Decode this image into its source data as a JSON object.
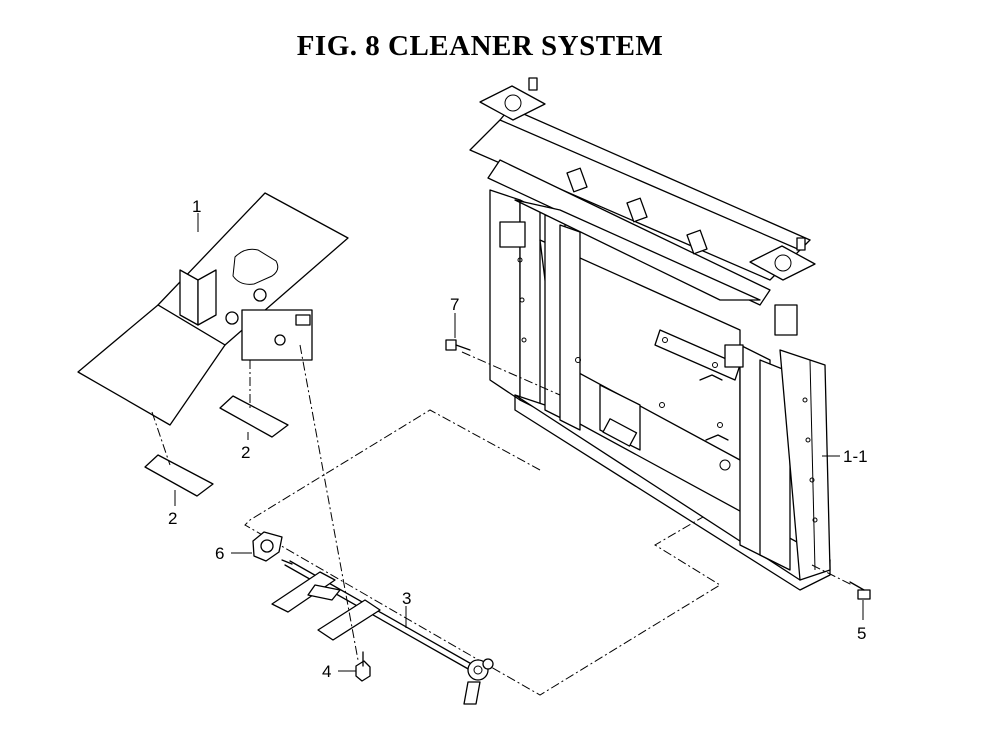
{
  "title": "FIG.  8  CLEANER SYSTEM",
  "callouts": {
    "c1": "1",
    "c1_1": "1-1",
    "c2a": "2",
    "c2b": "2",
    "c3": "3",
    "c4": "4",
    "c5": "5",
    "c6": "6",
    "c7": "7"
  },
  "colors": {
    "line": "#000000",
    "background": "#ffffff"
  }
}
